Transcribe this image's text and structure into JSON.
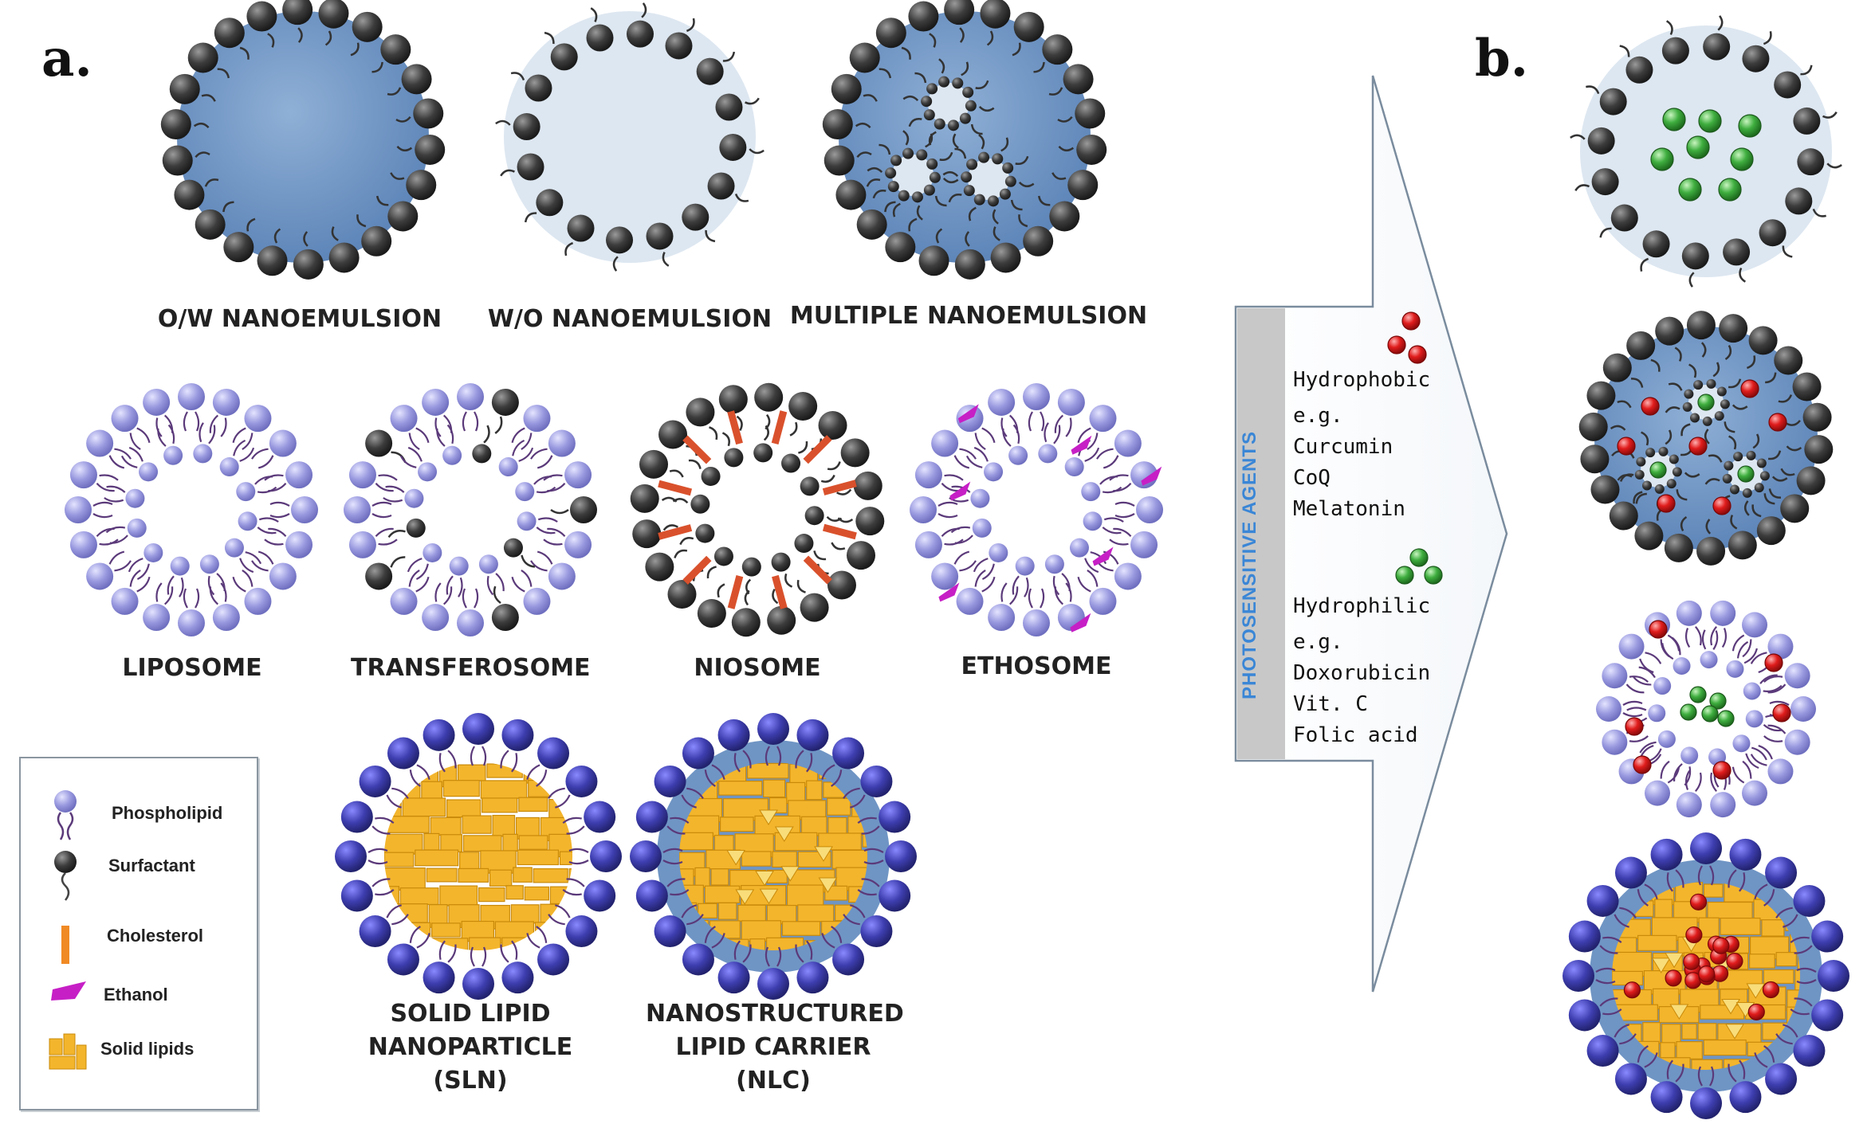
{
  "panel_labels": {
    "a": "a.",
    "b": "b."
  },
  "structures": {
    "ow_nanoemulsion": "O/W NANOEMULSION",
    "wo_nanoemulsion": "W/O NANOEMULSION",
    "multiple_nanoemulsion": "MULTIPLE NANOEMULSION",
    "liposome": "LIPOSOME",
    "transferosome": "TRANSFEROSOME",
    "niosome": "NIOSOME",
    "ethosome": "ETHOSOME",
    "sln_line1": "SOLID LIPID",
    "sln_line2": "NANOPARTICLE",
    "sln_line3": "(SLN)",
    "nlc_line1": "NANOSTRUCTURED",
    "nlc_line2": "LIPID CARRIER",
    "nlc_line3": "(NLC)"
  },
  "legend": {
    "phospholipid": "Phospholipid",
    "surfactant": "Surfactant",
    "cholesterol": "Cholesterol",
    "ethanol": "Ethanol",
    "solid_lipids": "Solid lipids"
  },
  "agents": {
    "side_title": "PHOTOSENSITIVE AGENTS",
    "hydrophobic": {
      "title": "Hydrophobic",
      "eg": "e.g.",
      "items": [
        "Curcumin",
        "CoQ",
        "Melatonin"
      ]
    },
    "hydrophilic": {
      "title": "Hydrophilic",
      "eg": "e.g.",
      "items": [
        "Doxorubicin",
        "Vit. C",
        "Folic acid"
      ]
    }
  },
  "colors": {
    "oil_core": "#6f95c4",
    "water_core": "#dde7f1",
    "surfactant_head": "#3d3d3d",
    "phospholipid_head": "#9a9ae0",
    "phospholipid_dark": "#3e3eb0",
    "tail": "#5b3a7a",
    "cholesterol": "#d9512c",
    "ethanol": "#c61fc6",
    "solid_lipid": "#f3b52c",
    "hydrophobic_drug": "#e01c1c",
    "hydrophilic_drug": "#3fae3f",
    "side_bar": "#c8c8c8",
    "side_title": "#3a86d6"
  },
  "icons": [
    "phospholipid-icon",
    "surfactant-icon",
    "cholesterol-icon",
    "ethanol-icon",
    "solid-lipids-icon",
    "hydrophobic-drug-icon",
    "hydrophilic-drug-icon"
  ]
}
